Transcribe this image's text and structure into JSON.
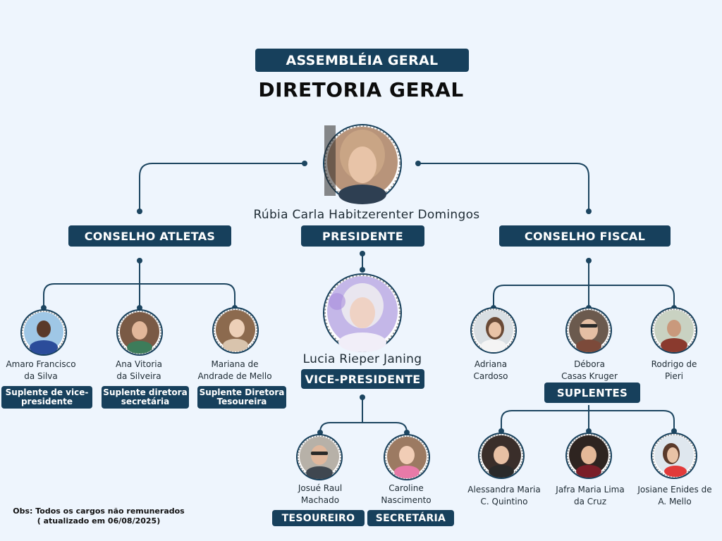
{
  "header": {
    "assembly": "ASSEMBLÉIA GERAL",
    "board": "DIRETORIA GERAL"
  },
  "president": {
    "name": "Rúbia Carla Habitzerenter Domingos",
    "role": "PRESIDENTE"
  },
  "vice_president": {
    "name": "Lucia Rieper Janing",
    "role": "VICE-PRESIDENTE"
  },
  "athletes_council": {
    "title": "CONSELHO ATLETAS",
    "members": [
      {
        "name_line1": "Amaro Francisco",
        "name_line2": "da Silva",
        "role_line1": "Suplente de vice-",
        "role_line2": "presidente"
      },
      {
        "name_line1": "Ana Vitoria",
        "name_line2": "da Silveira",
        "role_line1": "Suplente diretora",
        "role_line2": "secretária"
      },
      {
        "name_line1": "Mariana de",
        "name_line2": "Andrade de Mello",
        "role_line1": "Suplente Diretora",
        "role_line2": "Tesoureira"
      }
    ]
  },
  "officers": [
    {
      "name_line1": "Josué Raul",
      "name_line2": "Machado",
      "role": "TESOUREIRO"
    },
    {
      "name_line1": "Caroline",
      "name_line2": "Nascimento",
      "role": "SECRETÁRIA"
    }
  ],
  "fiscal_council": {
    "title": "CONSELHO FISCAL",
    "members": [
      {
        "name_line1": "Adriana",
        "name_line2": "Cardoso"
      },
      {
        "name_line1": "Débora",
        "name_line2": "Casas Kruger"
      },
      {
        "name_line1": "Rodrigo de",
        "name_line2": "Pieri"
      }
    ],
    "substitutes_title": "SUPLENTES",
    "substitutes": [
      {
        "name_line1": "Alessandra Maria",
        "name_line2": "C. Quintino"
      },
      {
        "name_line1": "Jafra Maria Lima",
        "name_line2": "da Cruz"
      },
      {
        "name_line1": "Josiane Enides de",
        "name_line2": "A. Mello"
      }
    ]
  },
  "footer": {
    "note_line1": "Obs: Todos os cargos não  remunerados",
    "note_line2": "( atualizado em 06/08/2025)"
  },
  "colors": {
    "background": "#eef5fd",
    "navy": "#17405c"
  }
}
